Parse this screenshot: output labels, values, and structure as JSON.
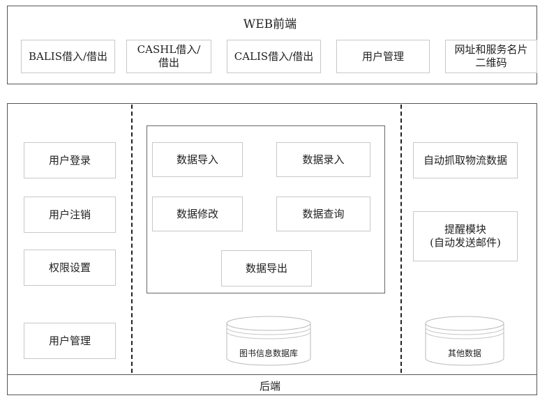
{
  "frontend": {
    "title": "WEB前端",
    "items": [
      "BALIS借入/借出",
      "CASHL借入/\n借出",
      "CALIS借入/借出",
      "用户管理",
      "网址和服务名片\n二维码"
    ]
  },
  "left_column": {
    "items": [
      "用户登录",
      "用户注销",
      "权限设置",
      "用户管理"
    ]
  },
  "data_ops": {
    "items": [
      "数据导入",
      "数据录入",
      "数据修改",
      "数据查询",
      "数据导出"
    ]
  },
  "databases": {
    "library": "图书信息数据库",
    "other": "其他数据"
  },
  "right_column": {
    "items": [
      "自动抓取物流数据",
      "提醒模块\n(自动发送邮件)"
    ]
  },
  "backend": {
    "label": "后端"
  }
}
